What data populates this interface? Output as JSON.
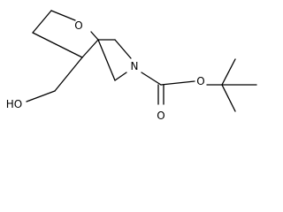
{
  "molecule": {
    "atoms": {
      "ring_oxygen": "O",
      "nitrogen": "N",
      "carbonyl_oxygen": "O",
      "ester_oxygen": "O",
      "hydroxyl": "HO"
    }
  }
}
